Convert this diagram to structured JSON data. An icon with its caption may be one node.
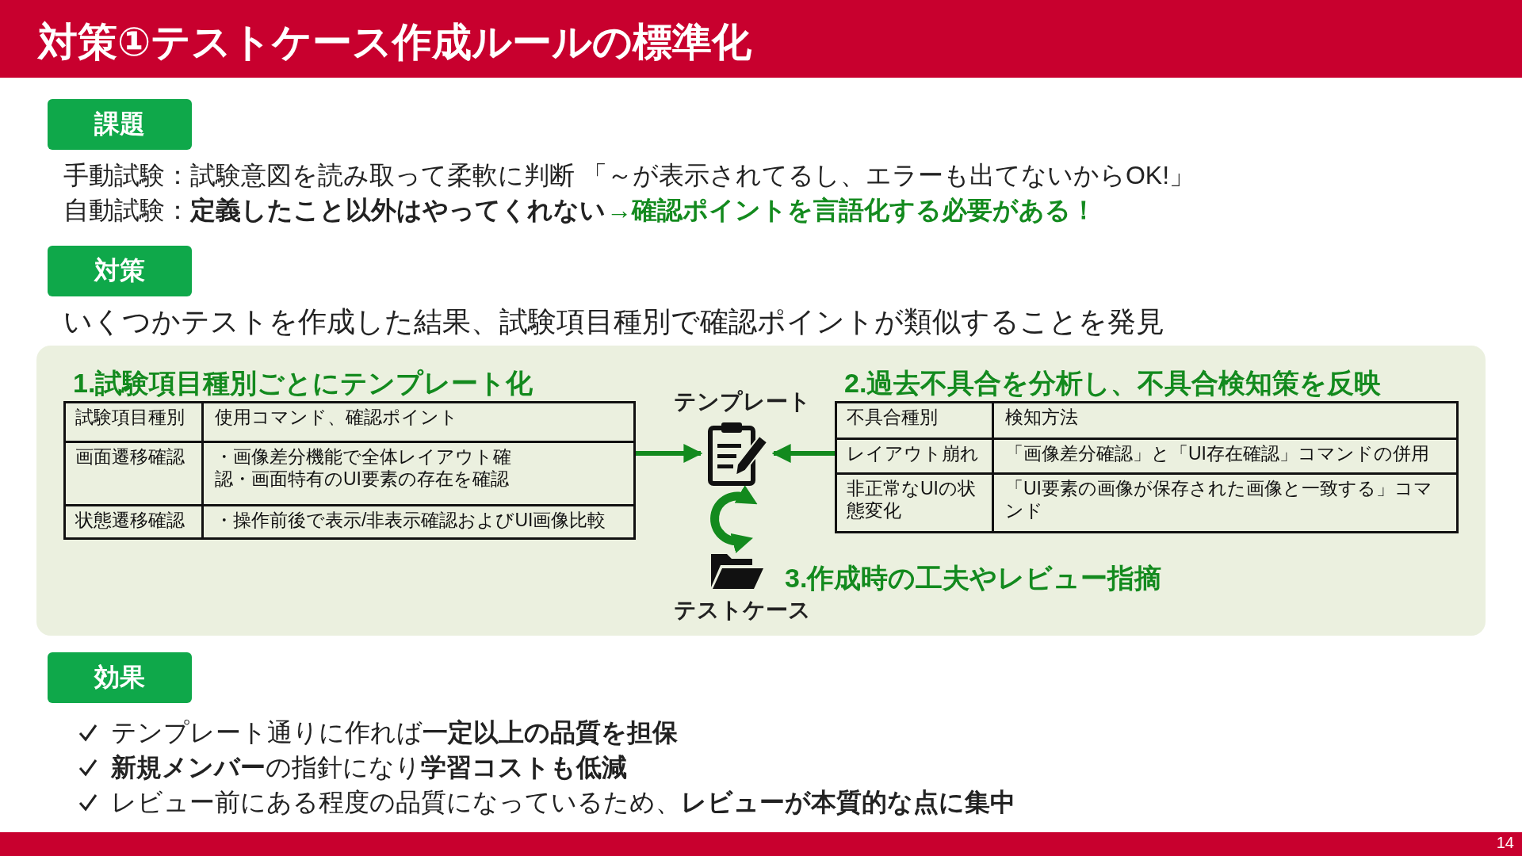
{
  "diagram": {
    "title": "対策①テストケース作成ルールの標準化",
    "nodes": [
      {
        "text": [
          "課題"
        ]
      },
      {
        "text": [
          "対策"
        ]
      },
      {
        "text": [
          "効果"
        ]
      },
      {
        "text": [
          "1.試験項目種別ごとにテンプレート化",
          "試験項目種別",
          "使用コマンド、確認ポイント",
          "画面遷移確認",
          "・画像差分機能で全体レイアウト確認・画面特有のUI要素の存在を確認",
          "状態遷移確認",
          "・操作前後で表示/非表示確認およびUI画像比較"
        ]
      },
      {
        "text": [
          "テンプレート"
        ]
      },
      {
        "text": [
          "2.過去不具合を分析し、不具合検知策を反映",
          "不具合種別",
          "検知方法",
          "レイアウト崩れ",
          "「画像差分確認」と「UI存在確認」コマンドの併用",
          "非正常なUIの状態変化",
          "「UI要素の画像が保存された画像と一致する」コマンド"
        ]
      },
      {
        "text": [
          "テストケース"
        ],
        "beside": [
          "3.作成時の工夫やレビュー指摘"
        ]
      }
    ],
    "edges": [
      {
        "from": 3,
        "to": 4,
        "arrow": "to"
      },
      {
        "from": 5,
        "to": 4,
        "arrow": "to"
      },
      {
        "from": 4,
        "to": 6,
        "arrow": "both",
        "style": "thick"
      }
    ],
    "labels": [
      "手動試験：試験意図を読み取って柔軟に判断 「～が表示されてるし、エラーも出てないからOK!」",
      "自動試験：**定義したこと以外はやってくれない**",
      "→確認ポイントを言語化する必要がある！",
      "いくつかテストを作成した結果、試験項目種別で確認ポイントが類似することを発見",
      "テンプレート通りに作れば**一定以上の品質を担保**",
      "**新規メンバー**の指針になり**学習コストも低減**",
      "レビュー前にある程度の品質になっているため、**レビューが本質的な点に集中**",
      "14"
    ]
  }
}
